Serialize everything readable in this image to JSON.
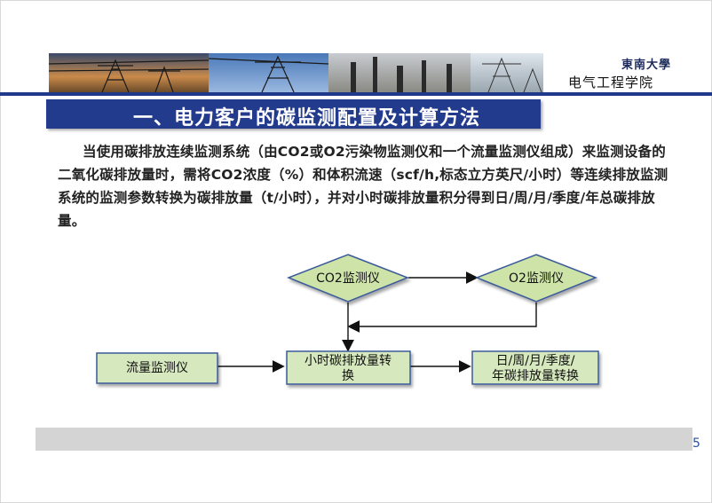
{
  "header": {
    "logo_text": "東南大學",
    "school_name": "电气工程学院"
  },
  "title": "一、电力客户的碳监测配置及计算方法",
  "paragraph": "当使用碳排放连续监测系统（由CO2或O2污染物监测仪和一个流量监测仪组成）来监测设备的二氧化碳排放量时，需将CO2浓度（%）和体积流速（scf/h,标态立方英尺/小时）等连续排放监测系统的监测参数转换为碳排放量（t/小时），并对小时碳排放量积分得到日/周/月/季度/年总碳排放量。",
  "diagram": {
    "co2_monitor": "CO2监测仪",
    "o2_monitor": "O2监测仪",
    "flow_monitor": "流量监测仪",
    "hourly_line1": "小时碳排放量转",
    "hourly_line2": "换",
    "periodic_line1": "日/周/月/季度/",
    "periodic_line2": "年碳排放量转换"
  },
  "page_number": "5",
  "colors": {
    "title_bar": "#233b8c",
    "diamond_fill": "#cde3a8",
    "box_fill": "#d6e8bd",
    "box_border": "#3a5a9a"
  }
}
